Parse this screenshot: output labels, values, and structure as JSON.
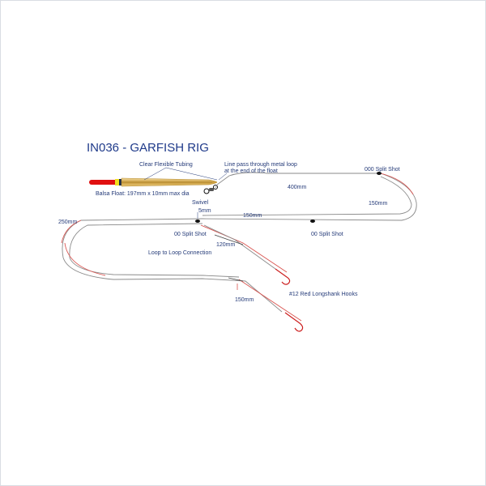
{
  "title": "IN036 - GARFISH RIG",
  "labels": {
    "clear_tubing": "Clear Flexible Tubing",
    "line_pass_line1": "Line pass through metal loop",
    "line_pass_line2": "at the end of the float",
    "balsa_float": "Balsa Float: 197mm x 10mm max dia",
    "swivel": "Swivel",
    "len_5mm": "5mm",
    "len_400mm": "400mm",
    "split_000": "000 Split Shot",
    "len_150_right": "150mm",
    "len_150_mid": "150mm",
    "len_250mm": "250mm",
    "split_00_left": "00 Split Shot",
    "split_00_right": "00 Split Shot",
    "len_120mm": "120mm",
    "loop_connection": "Loop to Loop Connection",
    "hooks": "#12 Red Longshank Hooks",
    "len_150_bottom": "150mm"
  },
  "colors": {
    "line": "#8a8a8a",
    "leader": "#d9534f",
    "hook": "#cc1f1f",
    "float_body": "#d8b25a",
    "float_tip": "#e01010",
    "float_band": "#f2e020",
    "shot": "#111111",
    "text": "#243a78"
  }
}
